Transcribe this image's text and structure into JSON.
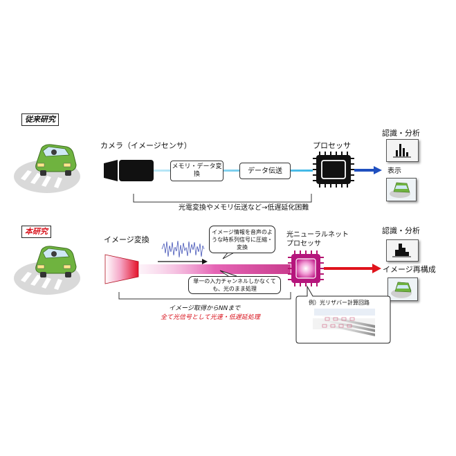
{
  "conventional": {
    "tag": "従来研究",
    "camera_label": "カメラ（イメージセンサ）",
    "memory_box": "メモリ・データ変換",
    "transfer_box": "データ伝送",
    "processor_label": "プロセッサ",
    "recognition_label": "認識・分析",
    "display_label": "表示",
    "delay_note": "光電変換やメモリ伝送など→低遅延化困難"
  },
  "proposed": {
    "tag": "本研究",
    "image_convert_label": "イメージ変換",
    "bubble_top": "イメージ情報を音声のような時系列信号に圧縮・変換",
    "processor_label_line1": "光ニューラルネット",
    "processor_label_line2": "プロセッサ",
    "recognition_label": "認識・分析",
    "reconstruct_label": "イメージ再構成",
    "bubble_bottom": "単一の入力チャンネルしかなくても、光のまま処理",
    "note_line1": "イメージ取得からNNまで",
    "note_line2": "全て光信号として光速・低遅延処理",
    "example_label": "例）光リザバー計算回路"
  },
  "colors": {
    "red_text": "#d8101a",
    "blue_arrow": "#1f4fbf",
    "red_arrow": "#e0141c",
    "magenta": "#d53a9e",
    "cyan": "#7fd4ef"
  }
}
